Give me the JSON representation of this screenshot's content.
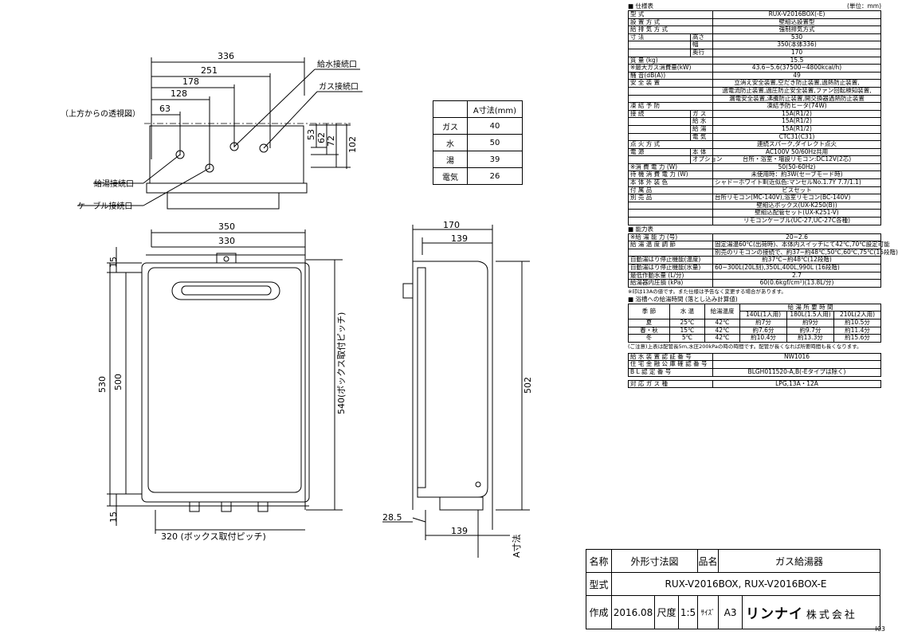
{
  "top_view": {
    "title": "（上方からの透視図）",
    "dims_h": [
      "336",
      "251",
      "178",
      "128",
      "63"
    ],
    "dims_v": [
      "53",
      "62",
      "72",
      "102"
    ],
    "labels": {
      "water_inlet": "給水接続口",
      "gas_inlet": "ガス接続口",
      "hot_outlet": "給湯接続口",
      "cable_inlet": "ケーブル接続口"
    }
  },
  "a_table": {
    "header": "A寸法(mm)",
    "rows": [
      {
        "k": "ガス",
        "v": "40"
      },
      {
        "k": "水",
        "v": "50"
      },
      {
        "k": "湯",
        "v": "39"
      },
      {
        "k": "電気",
        "v": "26"
      }
    ]
  },
  "front_view": {
    "dims_h": [
      "350",
      "330",
      "320 (ボックス取付ピッチ)"
    ],
    "dims_v": [
      "15",
      "530",
      "500",
      "15",
      "540(ボックス取付ピッチ)"
    ]
  },
  "side_view": {
    "dims_h": [
      "170",
      "139",
      "139",
      "28.5"
    ],
    "dims_v": [
      "502",
      "A寸法"
    ]
  },
  "spec": {
    "title": "■ 仕様表",
    "unit": "(単位：mm)",
    "rows": [
      {
        "k": "型 式",
        "v": "RUX-V2016BOX(-E)"
      },
      {
        "k": "設 置 方 式",
        "v": "壁組込設置型"
      },
      {
        "k": "給 排 気 方 式",
        "v": "強制排気方式"
      },
      {
        "k": "寸 法",
        "s": "高さ",
        "v": "530"
      },
      {
        "k": "",
        "s": "幅",
        "v": "350(本体336)"
      },
      {
        "k": "",
        "s": "奥行",
        "v": "170"
      },
      {
        "k": "質 量 (kg)",
        "v": "15.5"
      },
      {
        "k": "※最大ガス消費量(kW)",
        "v": "43.6~5.6(37500~4800kcal/h)"
      },
      {
        "k": "騒 音(dB(A))",
        "v": "49"
      },
      {
        "k": "安 全 装 置",
        "v": "立消え安全装置,空だき防止装置,過熱防止装置,"
      },
      {
        "k": "",
        "v": "過電流防止装置,過圧防止安全装置,ファン回転検知装置,"
      },
      {
        "k": "",
        "v": "漏電安全装置,沸騰防止装置,開交換器過熱防止装置"
      },
      {
        "k": "凍 結 予 防",
        "v": "凍結予防ヒータ(74W)"
      },
      {
        "k": "接 続",
        "s": "ガ ス",
        "v": "15A(R1/2)"
      },
      {
        "k": "",
        "s": "給 水",
        "v": "15A(R1/2)"
      },
      {
        "k": "",
        "s": "給 湯",
        "v": "15A(R1/2)"
      },
      {
        "k": "",
        "s": "電 気",
        "v": "CTC31(C31)"
      },
      {
        "k": "点 火 方 式",
        "v": "連続スパーク,ダイレクト点火"
      },
      {
        "k": "電 源",
        "s": "本 体",
        "v": "AC100V 50/60Hz共用"
      },
      {
        "k": "",
        "s": "オプション",
        "v": "台所・浴室・増設リモコン:DC12V(2芯)"
      },
      {
        "k": "※消 費 電 力 (W)",
        "v": "50(50-60Hz)"
      },
      {
        "k": "待 機 消 費 電 力 (W)",
        "v": "未使用時：約3W(セーブモード時)"
      },
      {
        "k": "本 体 外 装 色",
        "v": "シャドーホワイトⅢ(近似色:マンセルNo.1.7Y 7.7/1.1)"
      },
      {
        "k": "付 属 品",
        "v": "ビスセット"
      },
      {
        "k": "別 売 品",
        "v": "台所リモコン(MC-140V),浴室リモコン(BC-140V)"
      },
      {
        "k": "",
        "v": "壁組込ボックス(UX-K250(B))"
      },
      {
        "k": "",
        "v": "壁組込配管セット(UX-K251-V)"
      },
      {
        "k": "",
        "v": "リモコンケーブル(UC-27,UC-27C各種)"
      }
    ],
    "ability_title": "■ 能力表",
    "ability": [
      {
        "k": "※給 湯 能 力 (号)",
        "v": "20~2.6"
      },
      {
        "k": "給 湯 温 度 調 節",
        "v": "固定湯温60℃(出荷時)、本体内スイッチにて42℃,70℃設定可能"
      },
      {
        "k": "",
        "v": "別売のリモコンの接続で、約37~約48℃,50℃,60℃,75℃(15段階)"
      },
      {
        "k": "自動湯はり停止機能(温度)",
        "v": "約37℃~約48℃(12段階)"
      },
      {
        "k": "自動湯はり停止機能(水量)",
        "v": "60~300L(20L刻),350L,400L,990L (16段階)"
      },
      {
        "k": "最低作動水量 (L/分)",
        "v": "2.7"
      },
      {
        "k": "給湯器内圧損 (kPa)",
        "v": "60(0.6kgf/cm²)(13.8L/分)"
      }
    ],
    "ability_note": "※印は13Aの値です。また仕様は予告なく変更する場合があります。",
    "bath_title": "■ 浴槽への給湯時間 (落とし込み計算値)",
    "bath_head": [
      "季 節",
      "水 温",
      "給湯温度",
      "給 湯 所 要 時 間",
      "140L(1人用)",
      "180L(1.5人用)",
      "210L(2人用)"
    ],
    "bath_rows": [
      [
        "夏",
        "25℃",
        "42℃",
        "約7分",
        "約9分",
        "約10.5分"
      ],
      [
        "春・秋",
        "15℃",
        "42℃",
        "約7.6分",
        "約9.7分",
        "約11.4分"
      ],
      [
        "冬",
        "5℃",
        "42℃",
        "約10.4分",
        "約13.3分",
        "約15.6分"
      ]
    ],
    "bath_note": "(ご注意)上表は配管長5m,水圧200kPaの時の時間です。配管が長くなれば所要時間も長くなります。",
    "cert": [
      {
        "k": "給 水 装 置 認 証 番 号",
        "v": "NW1016"
      },
      {
        "k": "住 宅 金 融 公 庫 確 認 番 号",
        "v": ""
      },
      {
        "k": "B L 認 定 番 号",
        "v": "BLGH011520-A,B(-Eタイプは除く)"
      }
    ],
    "gas": {
      "k": "対 応 ガ ス 種",
      "v": "LPG,13A・12A"
    }
  },
  "title_block": {
    "name_label": "名称",
    "name": "外形寸法図",
    "item_label": "品名",
    "item": "ガス給湯器",
    "model_label": "型式",
    "model": "RUX-V2016BOX, RUX-V2016BOX-E",
    "made_label": "作成",
    "date": "2016.08",
    "scale_label": "尺度",
    "scale": "1:5",
    "size_label": "ｻｲｽﾞ",
    "size": "A3",
    "brand": "リンナイ",
    "company": "株式会社",
    "code": "I03"
  }
}
